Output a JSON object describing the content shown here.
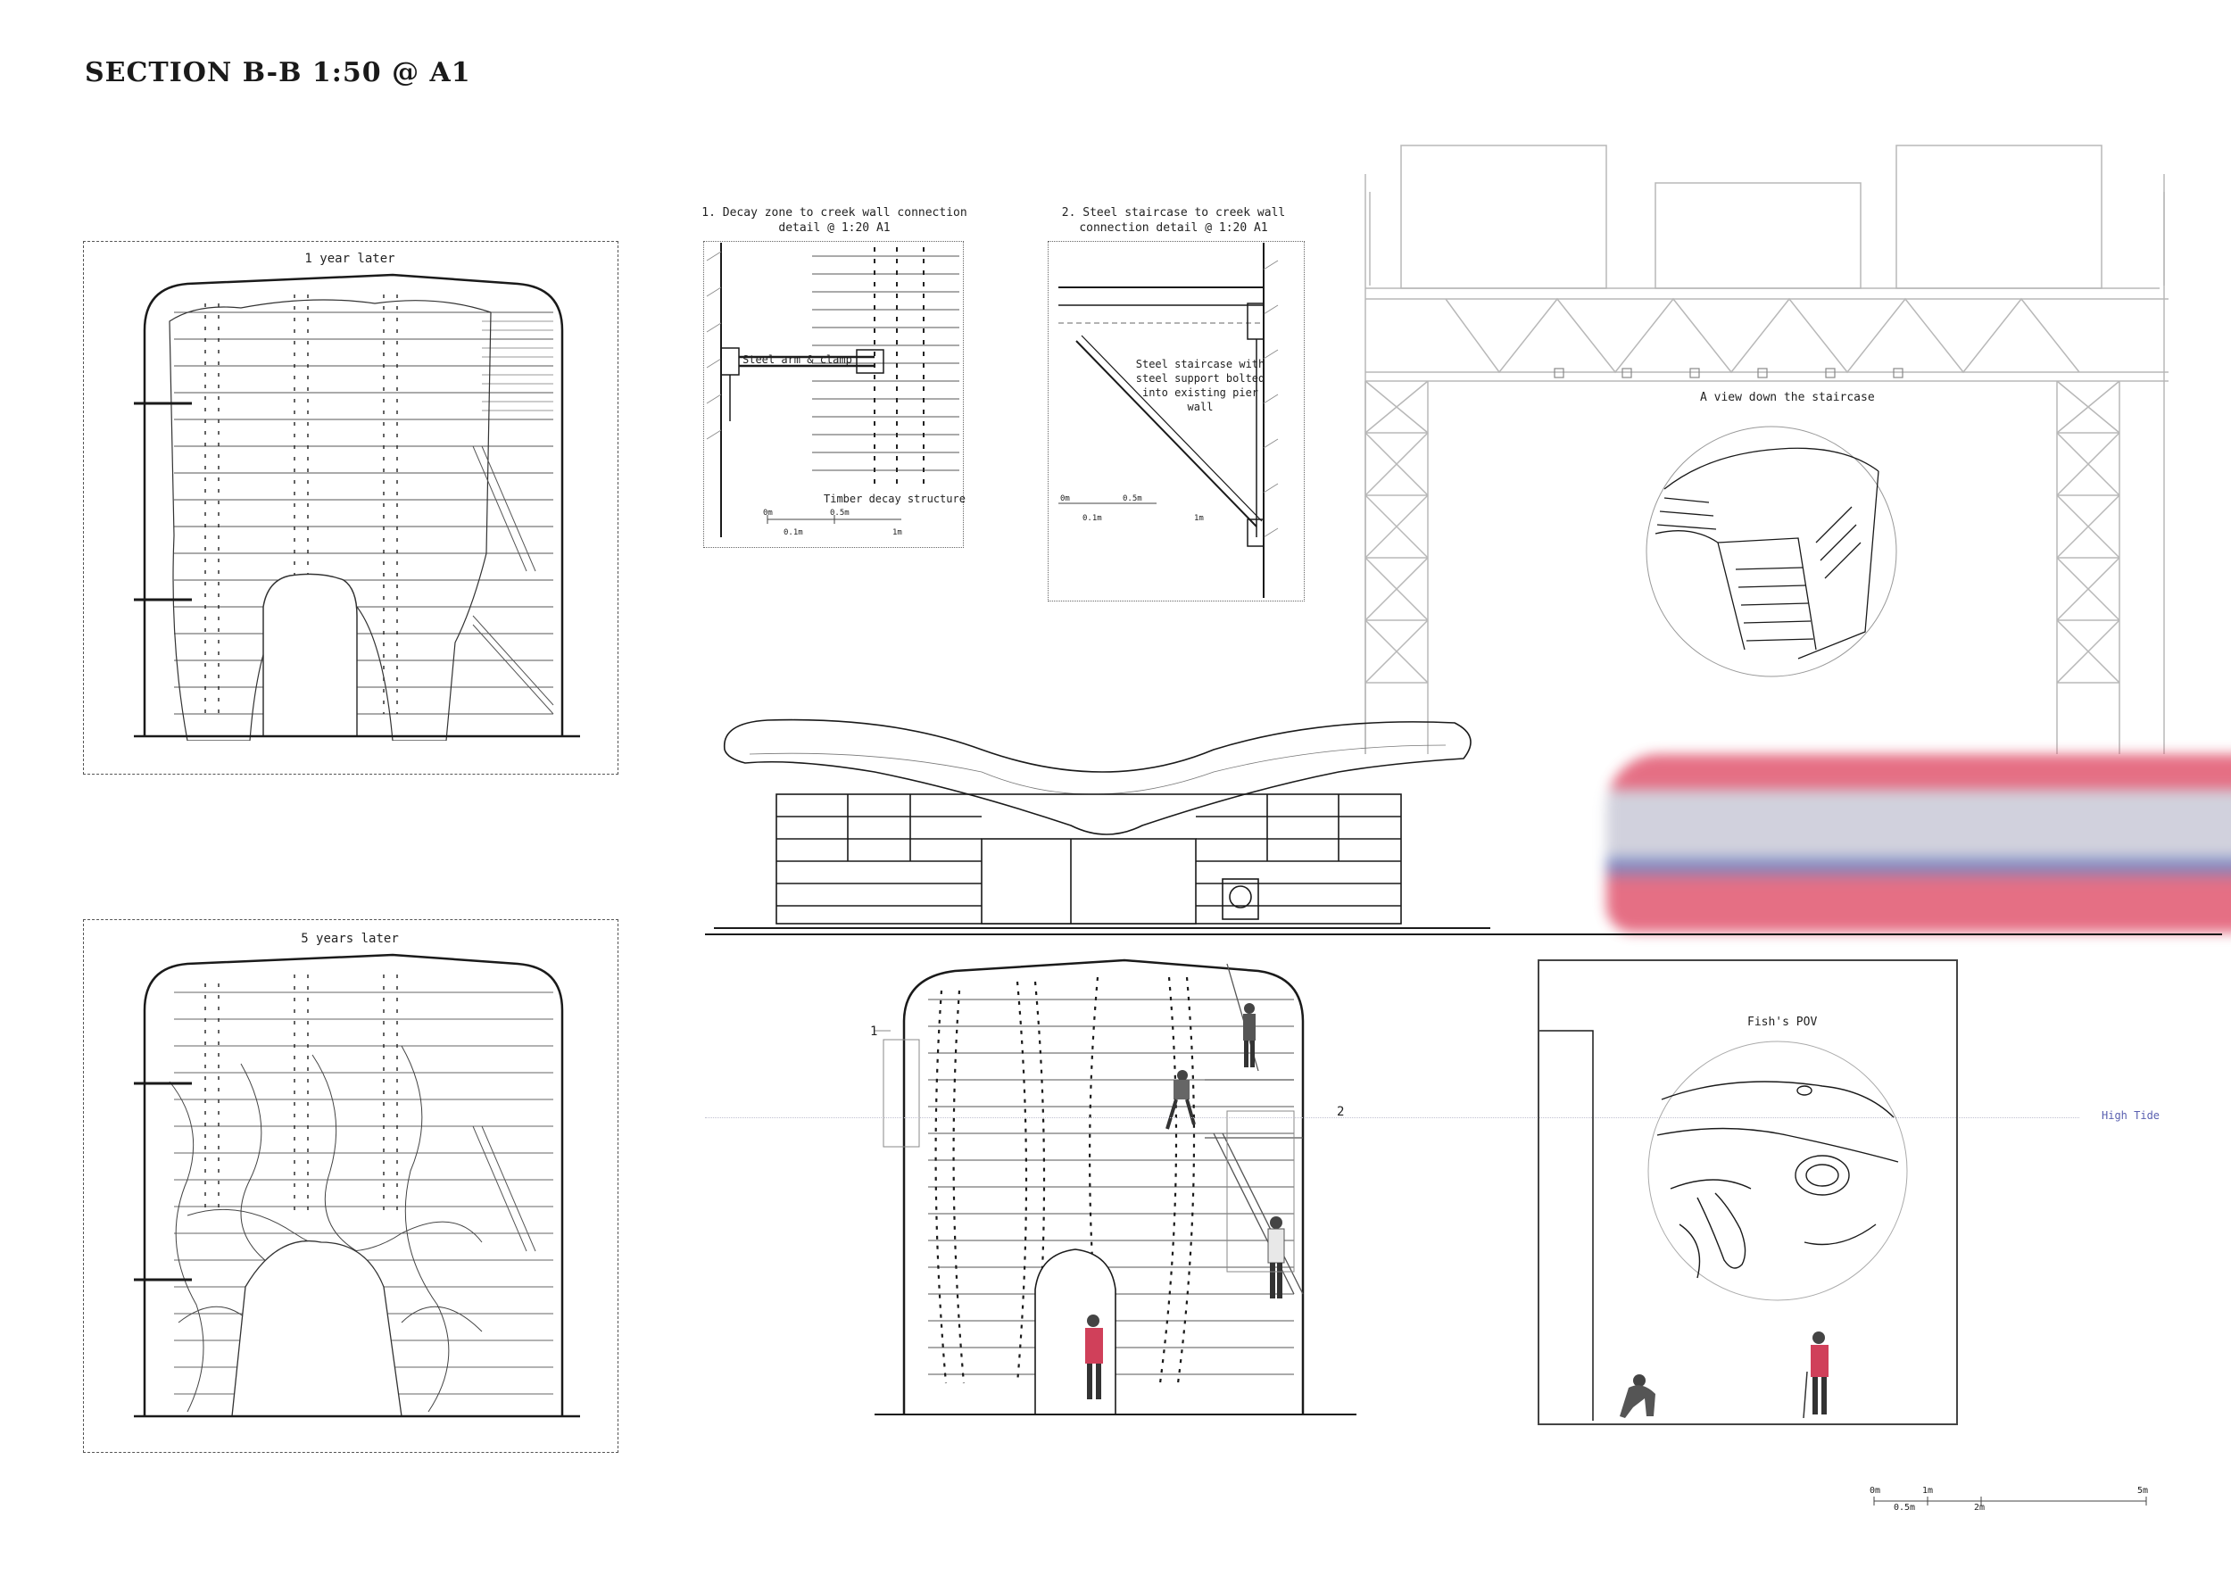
{
  "title": "SECTION B-B 1:50 @ A1",
  "panels": {
    "one_year": "1 year later",
    "five_years": "5 years later"
  },
  "details": {
    "detail1_title": "1. Decay zone to creek wall connection detail @ 1:20 A1",
    "detail1_label_arm": "Steel arm & clamp",
    "detail1_label_timber": "Timber decay structure",
    "detail2_title": "2. Steel staircase to creek wall connection detail @ 1:20 A1",
    "detail2_label": "Steel staircase with steel support bolted into existing pier wall",
    "scale_small": {
      "t0": "0m",
      "t1": "0.5m",
      "t2": "0.1m",
      "t3": "1m"
    }
  },
  "views": {
    "staircase_view": "A view down the staircase",
    "fish_pov": "Fish's POV",
    "high_tide": "High Tide"
  },
  "markers": {
    "m1": "1",
    "m2": "2"
  },
  "scale_bar": {
    "t0": "0m",
    "t1": "1m",
    "t2": "5m",
    "t3": "0.5m",
    "t4": "2m"
  },
  "colors": {
    "train_red": "#e0506a",
    "train_blue": "#5a6fb8",
    "ink": "#1a1a1a",
    "faint": "#b8b8b8",
    "high_tide_text": "#5a60b0"
  }
}
